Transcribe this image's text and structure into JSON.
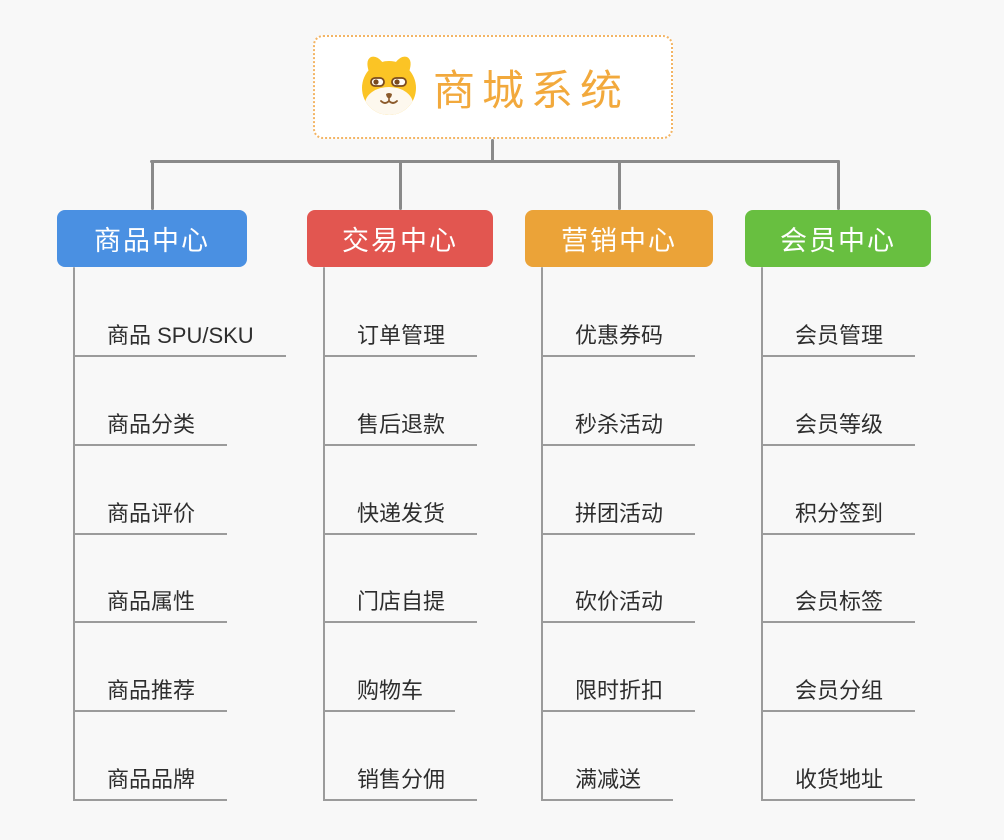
{
  "page": {
    "background": "#f8f8f8"
  },
  "root": {
    "title": "商城系统",
    "title_color": "#f2a93c",
    "border_color": "#f3b565",
    "icon": "dog-face-icon"
  },
  "connectors": {
    "tree_line_color": "#8a8a8a",
    "child_line_color": "#9b9b9b"
  },
  "branches": [
    {
      "label": "商品中心",
      "color": "#4a90e2",
      "items": [
        "商品 SPU/SKU",
        "商品分类",
        "商品评价",
        "商品属性",
        "商品推荐",
        "商品品牌"
      ]
    },
    {
      "label": "交易中心",
      "color": "#e25650",
      "items": [
        "订单管理",
        "售后退款",
        "快递发货",
        "门店自提",
        "购物车",
        "销售分佣"
      ]
    },
    {
      "label": "营销中心",
      "color": "#eba338",
      "items": [
        "优惠券码",
        "秒杀活动",
        "拼团活动",
        "砍价活动",
        "限时折扣",
        "满减送"
      ]
    },
    {
      "label": "会员中心",
      "color": "#68bf40",
      "items": [
        "会员管理",
        "会员等级",
        "积分签到",
        "会员标签",
        "会员分组",
        "收货地址"
      ]
    }
  ]
}
